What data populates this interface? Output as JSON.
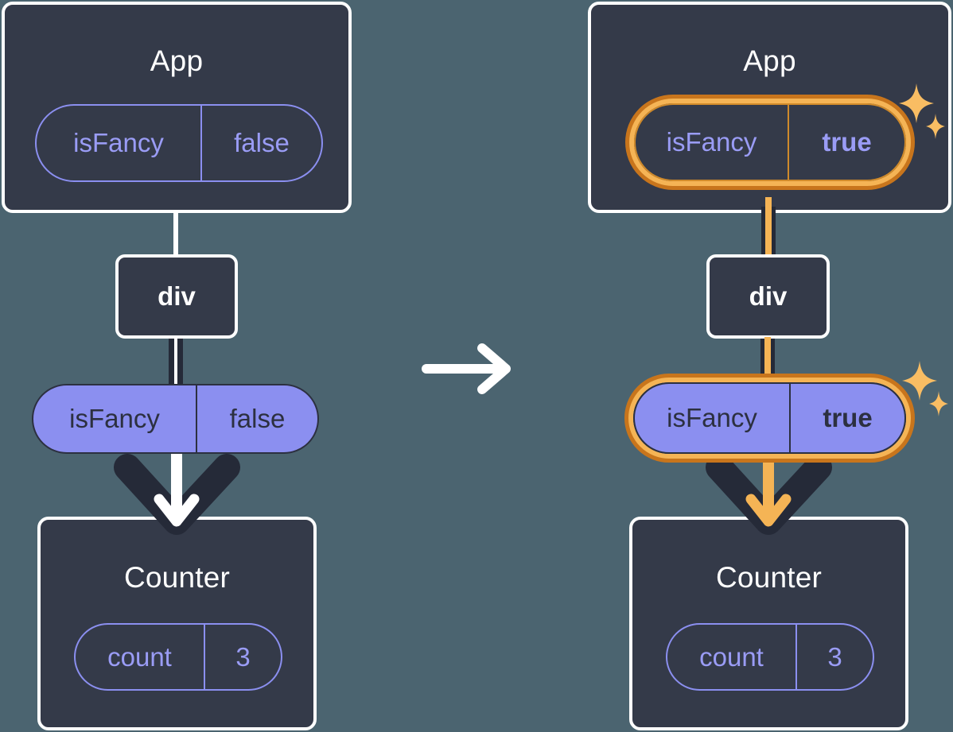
{
  "diagram": {
    "type": "react-state-propagation-diagram",
    "caption_semantics": "Two snapshots of a React component tree; left shows isFancy false, right shows isFancy true highlighted after a state change",
    "center_arrow_icon": "arrow-right-icon",
    "colors": {
      "background": "#4b6470",
      "box_fill": "#343a49",
      "box_border": "#ffffff",
      "pill_purple": "#8b8ff0",
      "pill_text_dark": "#2c3040",
      "highlight_outer": "#c8751c",
      "highlight_inner": "#f5b455",
      "connector_dark": "#252a38",
      "connector_white": "#ffffff",
      "sparkle": "#f9bd63"
    },
    "panels": [
      {
        "id": "before",
        "app": {
          "title": "App",
          "state_pill": {
            "key": "isFancy",
            "value": "false",
            "highlighted": false,
            "style": "outline"
          }
        },
        "div": {
          "label": "div"
        },
        "prop_pill": {
          "key": "isFancy",
          "value": "false",
          "highlighted": false,
          "style": "solid"
        },
        "counter": {
          "title": "Counter",
          "state_pill": {
            "key": "count",
            "value": "3",
            "highlighted": false,
            "style": "outline"
          }
        },
        "sparkles": []
      },
      {
        "id": "after",
        "app": {
          "title": "App",
          "state_pill": {
            "key": "isFancy",
            "value": "true",
            "highlighted": true,
            "style": "outline"
          }
        },
        "div": {
          "label": "div"
        },
        "prop_pill": {
          "key": "isFancy",
          "value": "true",
          "highlighted": true,
          "style": "solid"
        },
        "counter": {
          "title": "Counter",
          "state_pill": {
            "key": "count",
            "value": "3",
            "highlighted": false,
            "style": "outline"
          }
        },
        "sparkles": [
          "sparkle-icon",
          "sparkle-icon"
        ]
      }
    ]
  }
}
